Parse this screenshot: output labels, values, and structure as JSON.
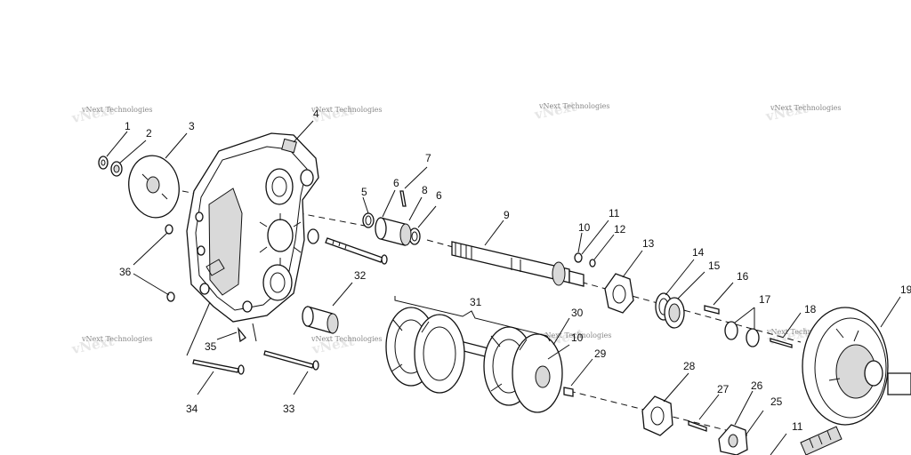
{
  "watermark": "vNext Technologies",
  "callouts": {
    "c1": "1",
    "c2": "2",
    "c3": "3",
    "c4": "4",
    "c5": "5",
    "c6a": "6",
    "c6b": "6",
    "c7": "7",
    "c8": "8",
    "c9": "9",
    "c10a": "10",
    "c10b": "10",
    "c11a": "11",
    "c11b": "11",
    "c12": "12",
    "c13": "13",
    "c14": "14",
    "c15": "15",
    "c16": "16",
    "c17": "17",
    "c18": "18",
    "c19": "19",
    "c25": "25",
    "c26": "26",
    "c27": "27",
    "c28": "28",
    "c29": "29",
    "c30": "30",
    "c31": "31",
    "c32": "32",
    "c33": "33",
    "c34": "34",
    "c35": "35",
    "c36": "36"
  }
}
